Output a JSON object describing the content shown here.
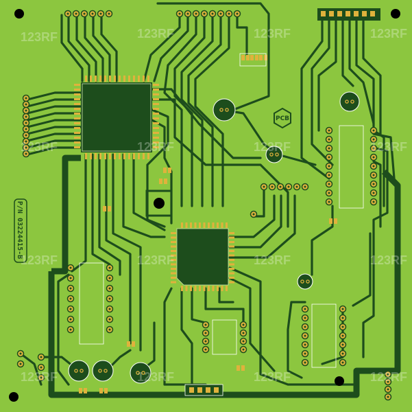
{
  "board": {
    "colors": {
      "substrate": "#8cc63f",
      "trace": "#1d4d1c",
      "pad": "#e0b23c",
      "silkscreen": "#ffffff",
      "hole": "#000000"
    },
    "logo_label": "PCB",
    "part_number": "P/N 03224415-B",
    "watermark": "123RF"
  }
}
